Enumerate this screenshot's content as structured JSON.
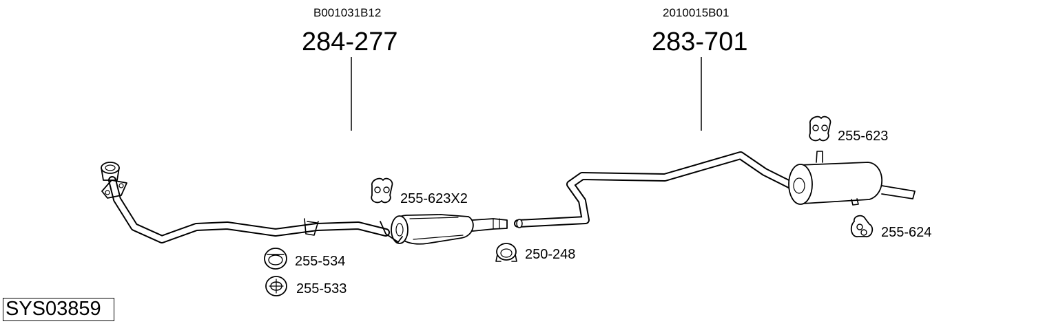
{
  "system_id": "SYS03859",
  "assemblies": [
    {
      "ref": "B001031B12",
      "part": "284-277"
    },
    {
      "ref": "2010015B01",
      "part": "283-701"
    }
  ],
  "parts": {
    "p255_623x2": "255-623X2",
    "p255_534": "255-534",
    "p255_533": "255-533",
    "p250_248": "250-248",
    "p255_623": "255-623",
    "p255_624": "255-624"
  }
}
